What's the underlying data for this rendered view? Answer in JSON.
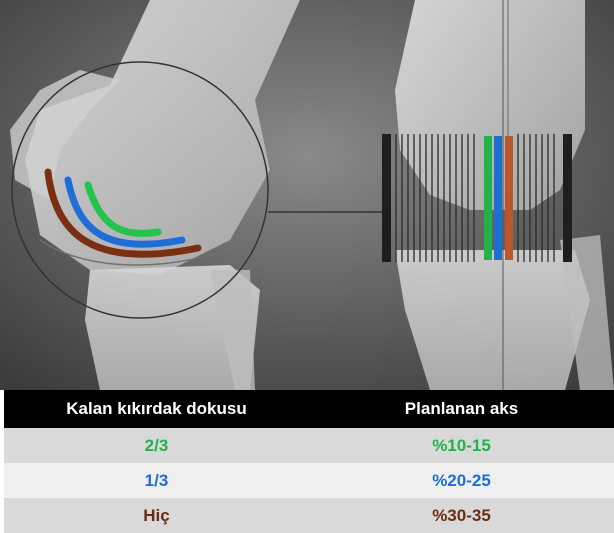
{
  "table": {
    "headers": [
      "Kalan kıkırdak dokusu",
      "Planlanan aks"
    ],
    "rows": [
      {
        "remaining": "2/3",
        "axis": "%10-15",
        "color": "#22b24c"
      },
      {
        "remaining": "1/3",
        "axis": "%20-25",
        "color": "#1f6fd0"
      },
      {
        "remaining": "Hiç",
        "axis": "%30-35",
        "color": "#6b2d12"
      }
    ]
  },
  "overlay": {
    "arc_colors": [
      "#22c44a",
      "#1f6ed8",
      "#7a2e12"
    ],
    "bar_colors": [
      "#22b24c",
      "#1f6fd0",
      "#b6582a"
    ],
    "grid_color": "#2b2b2b",
    "edge_bar_color": "#1e1e1e"
  }
}
